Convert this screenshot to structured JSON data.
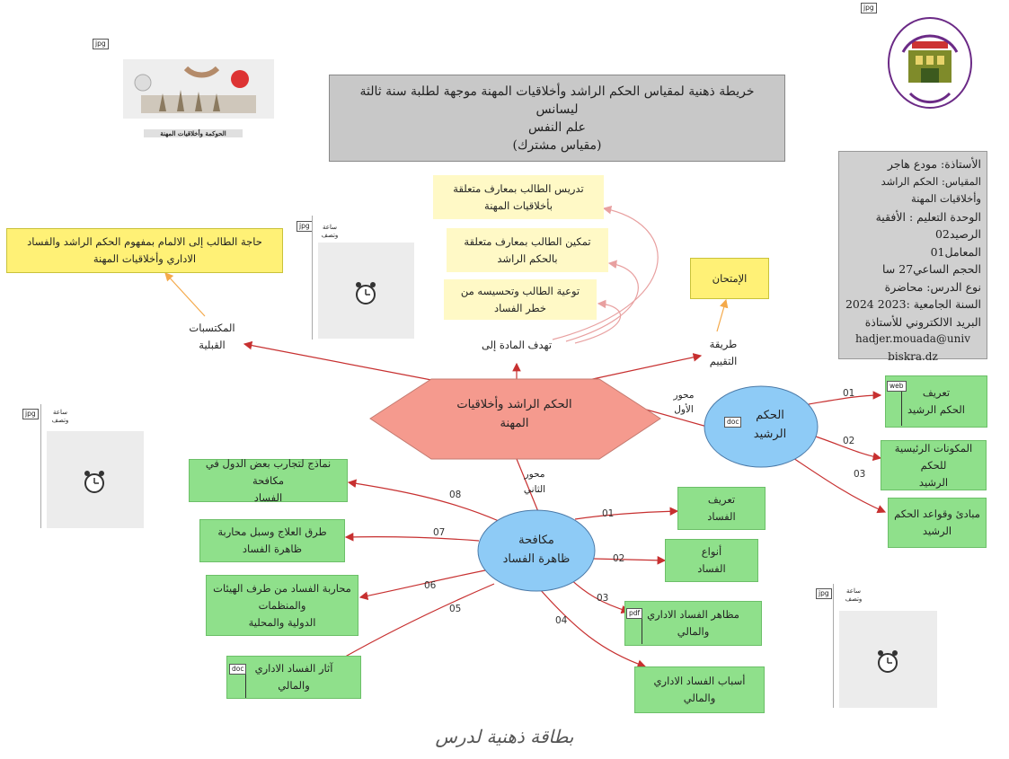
{
  "title": {
    "line1": "خريطة ذهنية لمقياس الحكم الراشد وأخلاقيات المهنة موجهة لطلبة سنة ثالثة ليسانس",
    "line2": "علم النفس",
    "line3": "(مقياس مشترك)"
  },
  "info": {
    "lines": [
      "الأستاذة:  مودع هاجر",
      "المقياس: الحكم الراشد وأخلاقيات المهنة",
      "الوحدة التعليم : الأفقية",
      "الرصيد02",
      "المعامل01",
      "الحجم الساعي27 سا",
      "نوع الدرس: محاضرة",
      "السنة الجامعية :2023 2024",
      "البريد الالكتروني للأستاذة",
      "hadjer.mouada@univ biskra.dz"
    ]
  },
  "central": {
    "label_1": "الحكم الراشد وأخلاقيات",
    "label_2": "المهنة"
  },
  "prereq": {
    "label_1": "المكتسبات",
    "label_2": "القبلية",
    "box": "حاجة الطالب إلى الالمام بمفهوم الحكم الراشد والفساد الاداري وأخلاقيات المهنة"
  },
  "aim": {
    "label": "تهدف المادة إلى",
    "goals": [
      "تدريس الطالب بمعارف متعلقة بأخلاقيات المهنة",
      "تمكين الطالب بمعارف متعلقة بالحكم الراشد",
      "توعية الطالب وتحسيسه من خطر الفساد"
    ]
  },
  "eval": {
    "label_1": "طريقة",
    "label_2": "التقييم",
    "box": "الإمتحان"
  },
  "axis1": {
    "label_1": "محور",
    "label_2": "الأول",
    "node_1": "الحكم",
    "node_2": "الرشيد",
    "items": [
      {
        "num": "01",
        "text_1": "تعريف",
        "text_2": "الحكم الرشيد",
        "tag": "web"
      },
      {
        "num": "02",
        "text_1": "المكونات الرئيسية للحكم",
        "text_2": "الرشيد"
      },
      {
        "num": "03",
        "text_1": "مبادئ وقواعد الحكم",
        "text_2": "الرشيد"
      }
    ],
    "node_tag": "doc"
  },
  "axis2": {
    "label_1": "محور",
    "label_2": "الثاني",
    "node_1": "مكافحة",
    "node_2": "ظاهرة الفساد",
    "items": [
      {
        "num": "01",
        "text_1": "تعريف",
        "text_2": "الفساد"
      },
      {
        "num": "02",
        "text_1": "أنواع",
        "text_2": "الفساد"
      },
      {
        "num": "03",
        "text_1": "مظاهر الفساد الاداري",
        "text_2": "والمالي",
        "tag": "pdf"
      },
      {
        "num": "04",
        "text_1": "أسباب الفساد الاداري",
        "text_2": "والمالي"
      },
      {
        "num": "05",
        "text_1": "آثار الفساد الاداري",
        "text_2": "والمالي",
        "tag": "doc"
      },
      {
        "num": "06",
        "text_1": "محاربة الفساد من طرف الهيئات والمنظمات",
        "text_2": "الدولية والمحلية"
      },
      {
        "num": "07",
        "text_1": "طرق العلاج وسبل محاربة",
        "text_2": "ظاهرة الفساد"
      },
      {
        "num": "08",
        "text_1": "نماذج لتجارب بعض الدول في مكافحة",
        "text_2": "الفساد"
      }
    ]
  },
  "attachments": {
    "jpg_label": "jpg",
    "thumb_label_1": "ساعة",
    "thumb_label_2": "وتصف",
    "banner_caption": "الحوكمة وأخلاقيات المهنة"
  },
  "caption": "بطاقة ذهنية لدرس",
  "colors": {
    "central_fill": "#f59a8e",
    "ellipse_fill": "#8ecbf6",
    "green": "#8fe08b",
    "yellow": "#fff9c6",
    "yellow_strong": "#fff176",
    "line_red": "#c73030",
    "line_orange": "#f4a94a"
  }
}
